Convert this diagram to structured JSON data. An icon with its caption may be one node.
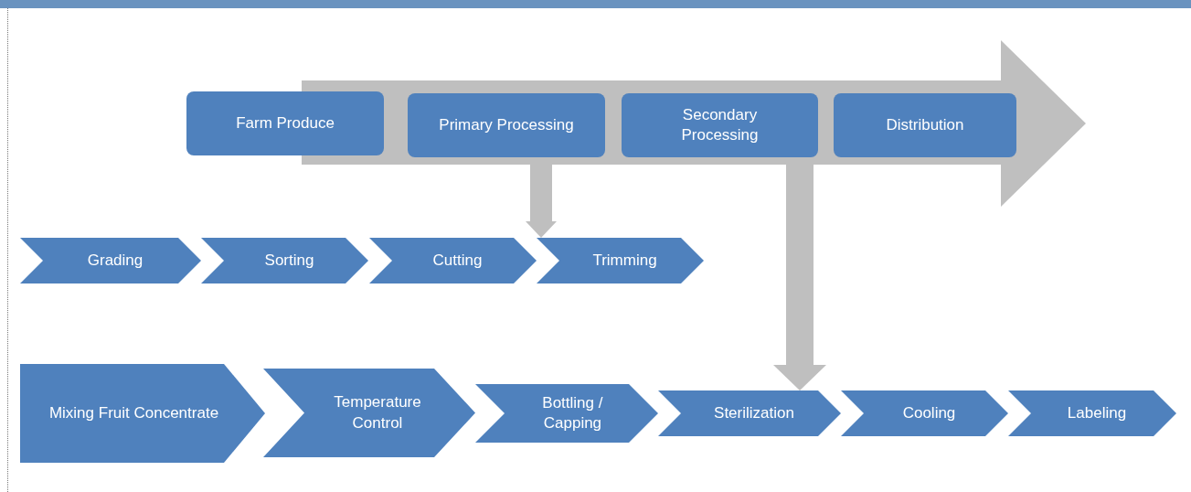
{
  "diagram": {
    "nodes": [
      {
        "text": [
          "Farm Produce"
        ]
      },
      {
        "text": [
          "Primary Processing"
        ]
      },
      {
        "text": [
          "Secondary Processing"
        ]
      },
      {
        "text": [
          "Distribution"
        ]
      },
      {
        "text": [
          "Grading"
        ]
      },
      {
        "text": [
          "Sorting"
        ]
      },
      {
        "text": [
          "Cutting"
        ]
      },
      {
        "text": [
          "Trimming"
        ]
      },
      {
        "text": [
          "Mixing Fruit Concentrate"
        ]
      },
      {
        "text": [
          "Temperature Control"
        ]
      },
      {
        "text": [
          "Bottling / Capping"
        ]
      },
      {
        "text": [
          "Sterilization"
        ]
      },
      {
        "text": [
          "Cooling"
        ]
      },
      {
        "text": [
          "Labeling"
        ]
      }
    ],
    "edges": [
      {
        "from": 1,
        "to": 7,
        "arrow": "to"
      },
      {
        "from": 2,
        "to": 11,
        "arrow": "to"
      }
    ]
  }
}
